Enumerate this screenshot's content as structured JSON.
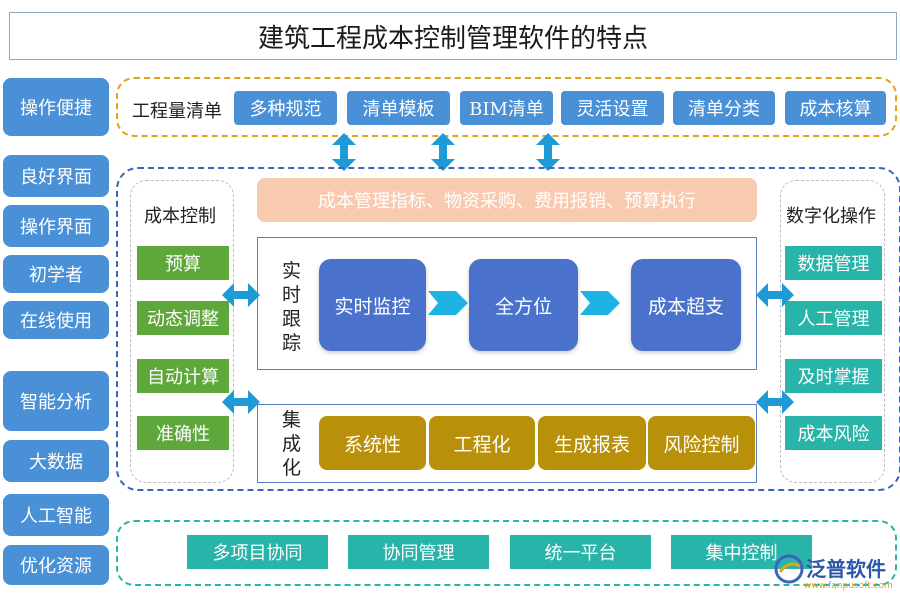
{
  "title": "建筑工程成本控制管理软件的特点",
  "left_sidebar": [
    "操作便捷",
    "良好界面",
    "操作界面",
    "初学者",
    "在线使用",
    "智能分析",
    "大数据",
    "人工智能",
    "优化资源"
  ],
  "top_row": {
    "label": "工程量清单",
    "items": [
      "多种规范",
      "清单模板",
      "BIM清单",
      "灵活设置",
      "清单分类",
      "成本核算"
    ]
  },
  "cost_control": {
    "label": "成本控制",
    "items": [
      "预算",
      "动态调整",
      "自动计算",
      "准确性"
    ]
  },
  "banner": "成本管理指标、物资采购、费用报销、预算执行",
  "realtime": {
    "label_chars": [
      "实",
      "时",
      "跟",
      "踪"
    ],
    "steps": [
      "实时监控",
      "全方位",
      "成本超支"
    ]
  },
  "integration": {
    "label_chars": [
      "集",
      "成",
      "化"
    ],
    "items": [
      "系统性",
      "工程化",
      "生成报表",
      "风险控制"
    ]
  },
  "digital": {
    "label": "数字化操作",
    "items": [
      "数据管理",
      "人工管理",
      "及时掌握",
      "成本风险"
    ]
  },
  "bottom_row": [
    "多项目协同",
    "协同管理",
    "统一平台",
    "集中控制"
  ],
  "watermark": {
    "brand": "泛普软件",
    "url": "www.fanpusoft.com"
  },
  "colors": {
    "sidebar_blue": "#4a90d6",
    "green": "#5ea83b",
    "teal": "#28b4a8",
    "gold": "#b8900a",
    "card_blue": "#4a72cc",
    "banner_peach": "#f8cbb0",
    "arrow_blue": "#1e9ad6"
  }
}
